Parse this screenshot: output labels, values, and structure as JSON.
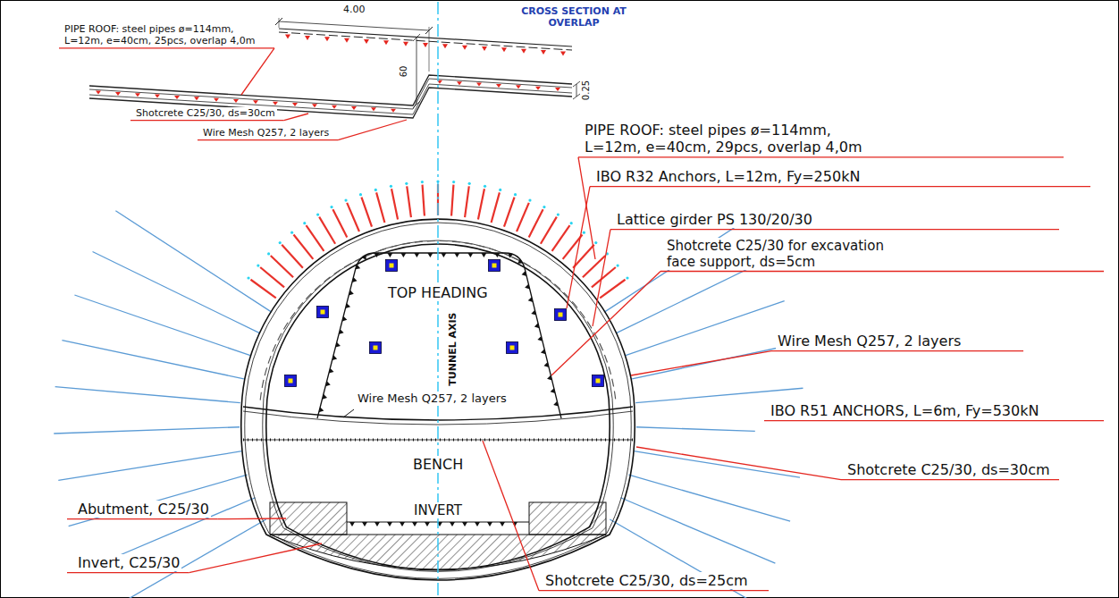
{
  "diagram": {
    "labels": [
      "PIPE ROOF: steel pipes ø=114mm, L=12m, e=40cm, 25pcs, overlap 4,0m",
      "4.00",
      "CROSS SECTION AT OVERLAP",
      "60",
      "0.25",
      "Shotcrete C25/30, ds=30cm",
      "Wire Mesh Q257, 2 layers",
      "PIPE ROOF: steel pipes ø=114mm, L=12m, e=40cm, 29pcs, overlap 4,0m",
      "IBO R32 Anchors, L=12m, Fy=250kN",
      "Lattice girder PS 130/20/30",
      "Shotcrete C25/30 for excavation face support, ds=5cm",
      "Wire Mesh Q257, 2 layers",
      "IBO R51 ANCHORS, L=6m, Fy=530kN",
      "Shotcrete C25/30, ds=30cm",
      "TOP HEADING",
      "TUNNEL AXIS",
      "Wire Mesh Q257, 2 layers",
      "BENCH",
      "INVERT",
      "Abutment, C25/30",
      "Invert, C25/30",
      "Shotcrete C25/30, ds=25cm"
    ]
  }
}
